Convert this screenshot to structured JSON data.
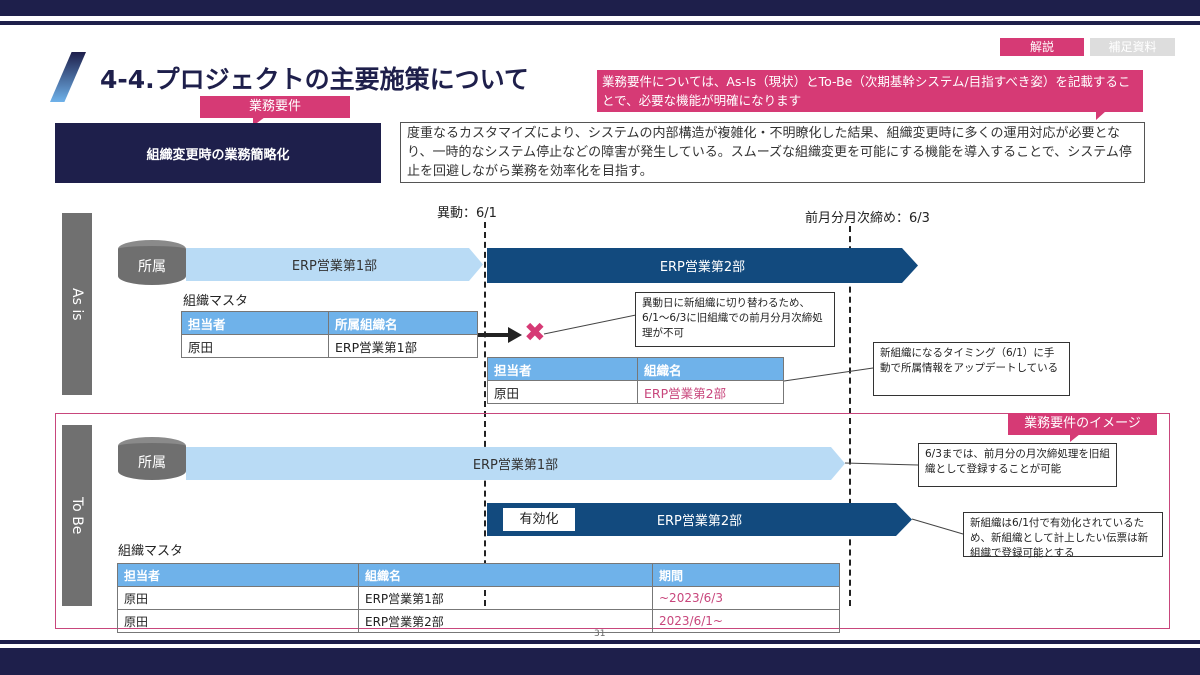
{
  "header": {
    "title": "4-4.プロジェクトの主要施策について",
    "btn_explain": "解説",
    "btn_supplement": "補足資料",
    "page_number": "31"
  },
  "callout_top": "業務要件については、As-Is（現状）とTo-Be（次期基幹システム/目指すべき姿）を記載することで、必要な機能が明確になります",
  "requirement_tag": "業務要件",
  "requirement_title": "組織変更時の業務簡略化",
  "description": "度重なるカスタマイズにより、システムの内部構造が複雑化・不明瞭化した結果、組織変更時に多くの運用対応が必要となり、一時的なシステム停止などの障害が発生している。スムーズな組織変更を可能にする機能を導入することで、システム停止を回避しながら業務を効率化を目指す。",
  "timeline": {
    "date1": "異動：6/1",
    "date2": "前月分月次締め：6/3"
  },
  "asis": {
    "label": "As is",
    "cylinder": "所属",
    "arrow1": "ERP営業第1部",
    "arrow2": "ERP営業第2部",
    "master_label": "組織マスタ",
    "table1": {
      "headers": [
        "担当者",
        "所属組織名"
      ],
      "row": [
        "原田",
        "ERP営業第1部"
      ]
    },
    "table2": {
      "headers": [
        "担当者",
        "組織名"
      ],
      "row": [
        "原田",
        "ERP営業第2部"
      ]
    },
    "note1": "異動日に新組織に切り替わるため、6/1〜6/3に旧組織での前月分月次締処理が不可",
    "note2": "新組織になるタイミング（6/1）に手動で所属情報をアップデートしている"
  },
  "tobe": {
    "label": "To Be",
    "image_tag": "業務要件のイメージ",
    "cylinder": "所属",
    "arrow1": "ERP営業第1部",
    "arrow2": "ERP営業第2部",
    "enabled_badge": "有効化",
    "master_label": "組織マスタ",
    "note1": "6/3までは、前月分の月次締処理を旧組織として登録することが可能",
    "note2": "新組織は6/1付で有効化されているため、新組織として計上したい伝票は新組織で登録可能とする",
    "table": {
      "headers": [
        "担当者",
        "組織名",
        "期間"
      ],
      "rows": [
        [
          "原田",
          "ERP営業第1部",
          "~2023/6/3"
        ],
        [
          "原田",
          "ERP営業第2部",
          "2023/6/1~"
        ]
      ]
    }
  },
  "colors": {
    "navy": "#1e1f4b",
    "pink": "#d63a75",
    "header_blue": "#6fb2ea",
    "dark_blue": "#124a7e",
    "light_blue": "#b9dbf5"
  }
}
